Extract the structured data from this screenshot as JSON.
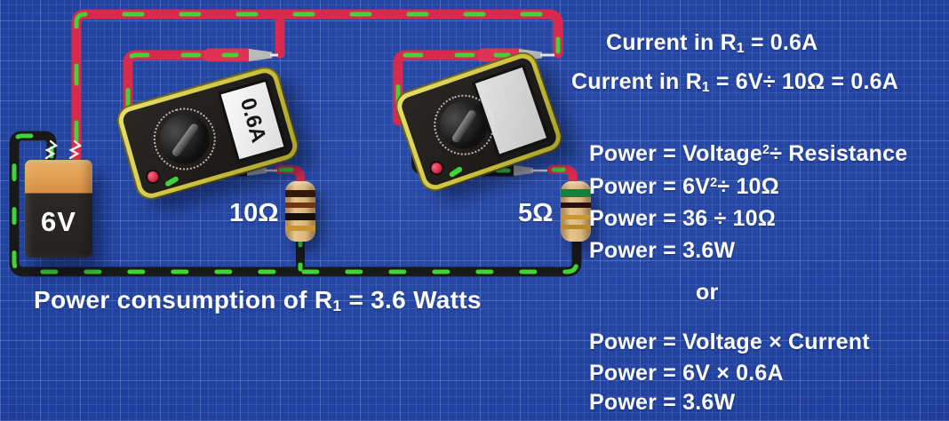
{
  "colors": {
    "background_blue": "#1e3f9b",
    "wire_red": "#d92a4e",
    "wire_black": "#191919",
    "dash_green": "#3fd437",
    "meter_yellow": "#cfc63e",
    "battery_orange": "#d78f44",
    "text_white": "#ffffff"
  },
  "circuit": {
    "battery_label": "6V",
    "resistor1_label": "10Ω",
    "resistor2_label": "5Ω",
    "meter1_reading": "0.6A"
  },
  "caption": {
    "pre": "Power consumption of R",
    "sub": "1",
    "post": " = 3.6 Watts"
  },
  "panel": {
    "current1": {
      "pre": "Current in R",
      "sub": "1",
      "post": " = 0.6A"
    },
    "current2": {
      "pre": "Current in R",
      "sub": "1",
      "post": " = 6V÷ 10Ω = 0.6A"
    },
    "power1": {
      "pre": "Power = Voltage",
      "sup": "2",
      "post": "÷ Resistance"
    },
    "power2": {
      "pre": "Power = 6V",
      "sup": "2",
      "post": "÷ 10Ω"
    },
    "power3": "Power = 36 ÷ 10Ω",
    "power4": "Power = 3.6W",
    "or": "or",
    "alt1": "Power = Voltage × Current",
    "alt2": "Power = 6V × 0.6A",
    "alt3": "Power = 3.6W"
  }
}
